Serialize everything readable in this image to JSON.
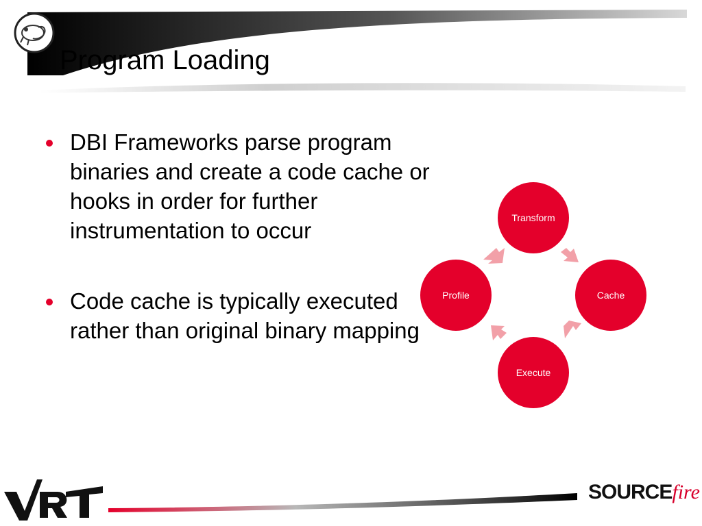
{
  "slide": {
    "title": "Program Loading",
    "bullets": [
      "DBI Frameworks parse program binaries and create a code cache or hooks in order for further instrumentation to occur",
      "Code cache is typically executed rather than original binary mapping"
    ]
  },
  "cycle": {
    "nodes": [
      "Transform",
      "Cache",
      "Execute",
      "Profile"
    ],
    "node_color": "#e4002b",
    "arrow_color": "#f2a0a8"
  },
  "branding": {
    "left_logo": "VRT",
    "right_logo_a": "SOURCE",
    "right_logo_b": "fire"
  },
  "colors": {
    "accent": "#e4002b",
    "text": "#000000"
  }
}
